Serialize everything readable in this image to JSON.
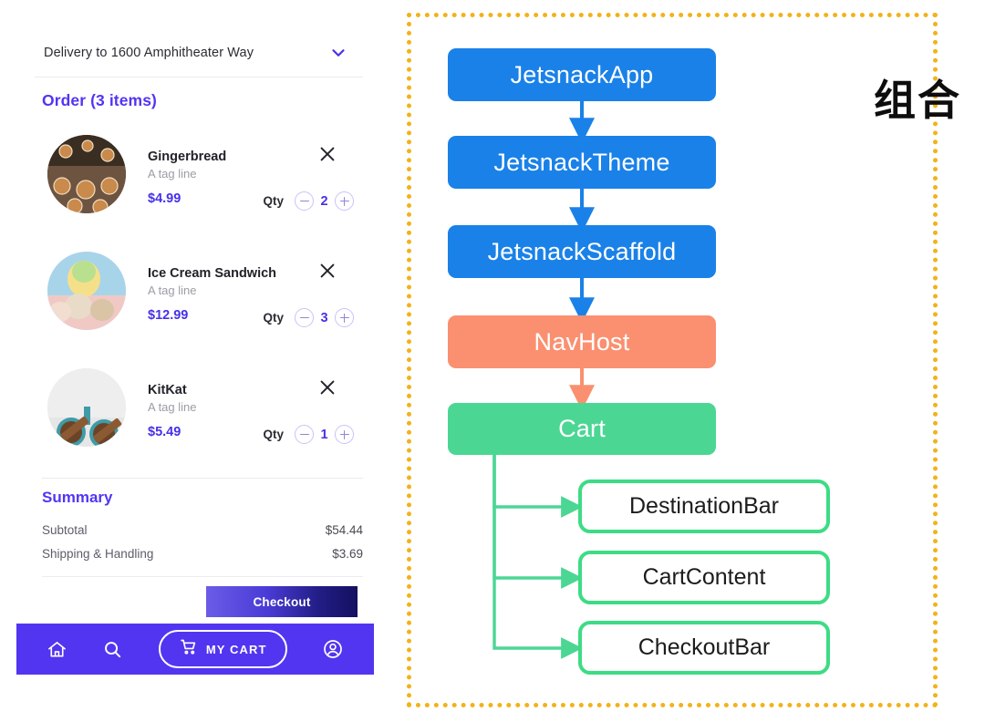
{
  "app": {
    "delivery": {
      "label": "Delivery to 1600 Amphitheater Way",
      "chevron_icon": "chevron-down-icon"
    },
    "order_header": "Order (3 items)",
    "qty_label": "Qty",
    "remove_icon": "close-icon",
    "items": [
      {
        "name": "Gingerbread",
        "tagline": "A tag line",
        "price": "$4.99",
        "qty": "2"
      },
      {
        "name": "Ice Cream Sandwich",
        "tagline": "A tag line",
        "price": "$12.99",
        "qty": "3"
      },
      {
        "name": "KitKat",
        "tagline": "A tag line",
        "price": "$5.49",
        "qty": "1"
      }
    ],
    "summary": {
      "title": "Summary",
      "rows": [
        {
          "label": "Subtotal",
          "value": "$54.44"
        },
        {
          "label": "Shipping & Handling",
          "value": "$3.69"
        }
      ]
    },
    "checkout_label": "Checkout",
    "bottom_nav": {
      "home_icon": "home-icon",
      "search_icon": "search-icon",
      "cart_icon": "shopping-cart-icon",
      "cart_label": "MY CART",
      "profile_icon": "account-circle-icon"
    },
    "colors": {
      "brand_purple": "#5135f5",
      "nav_bar": "#5235f0",
      "price": "#4631e8"
    }
  },
  "diagram": {
    "annotation_label": "组合",
    "frame_color": "#f2b21a",
    "colors": {
      "blue": "#1a81e8",
      "salmon": "#fa9070",
      "green": "#4cd694",
      "green_outline": "#3ddc84"
    },
    "nodes": [
      {
        "id": "app",
        "label": "JetsnackApp",
        "style": "filled-blue"
      },
      {
        "id": "theme",
        "label": "JetsnackTheme",
        "style": "filled-blue"
      },
      {
        "id": "scaffold",
        "label": "JetsnackScaffold",
        "style": "filled-blue"
      },
      {
        "id": "navhost",
        "label": "NavHost",
        "style": "filled-salmon"
      },
      {
        "id": "cart",
        "label": "Cart",
        "style": "filled-green"
      },
      {
        "id": "dest",
        "label": "DestinationBar",
        "style": "outlined-green"
      },
      {
        "id": "content",
        "label": "CartContent",
        "style": "outlined-green"
      },
      {
        "id": "checkout",
        "label": "CheckoutBar",
        "style": "outlined-green"
      }
    ],
    "edges": [
      {
        "from": "app",
        "to": "theme",
        "color": "#1a81e8"
      },
      {
        "from": "theme",
        "to": "scaffold",
        "color": "#1a81e8"
      },
      {
        "from": "scaffold",
        "to": "navhost",
        "color": "#1a81e8"
      },
      {
        "from": "navhost",
        "to": "cart",
        "color": "#fa9070"
      },
      {
        "from": "cart",
        "to": "dest",
        "color": "#4cd694"
      },
      {
        "from": "cart",
        "to": "content",
        "color": "#4cd694"
      },
      {
        "from": "cart",
        "to": "checkout",
        "color": "#4cd694"
      }
    ]
  }
}
